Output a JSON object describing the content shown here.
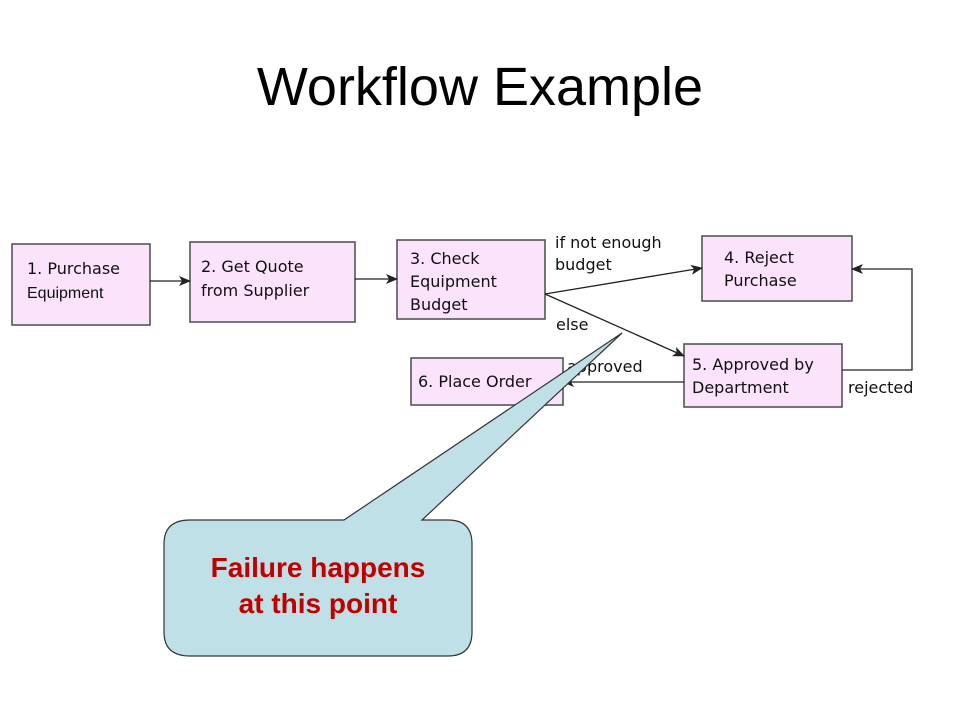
{
  "title": "Workflow Example",
  "nodes": {
    "n1": [
      "1. Purchase",
      "Equipment"
    ],
    "n2": [
      "2. Get Quote",
      "from Supplier"
    ],
    "n3": [
      "3. Check",
      "Equipment",
      "Budget"
    ],
    "n4": [
      "4. Reject",
      "Purchase"
    ],
    "n5": [
      "5. Approved by",
      "Department"
    ],
    "n6": [
      "6. Place Order"
    ]
  },
  "edge_labels": {
    "not_enough": [
      "if not enough",
      "budget"
    ],
    "else": "else",
    "approved": "approved",
    "rejected": "rejected"
  },
  "callout": {
    "line1": "Failure happens",
    "line2": "at this point",
    "fill_color": "#bfe0e6",
    "text_color": "#c00000"
  }
}
